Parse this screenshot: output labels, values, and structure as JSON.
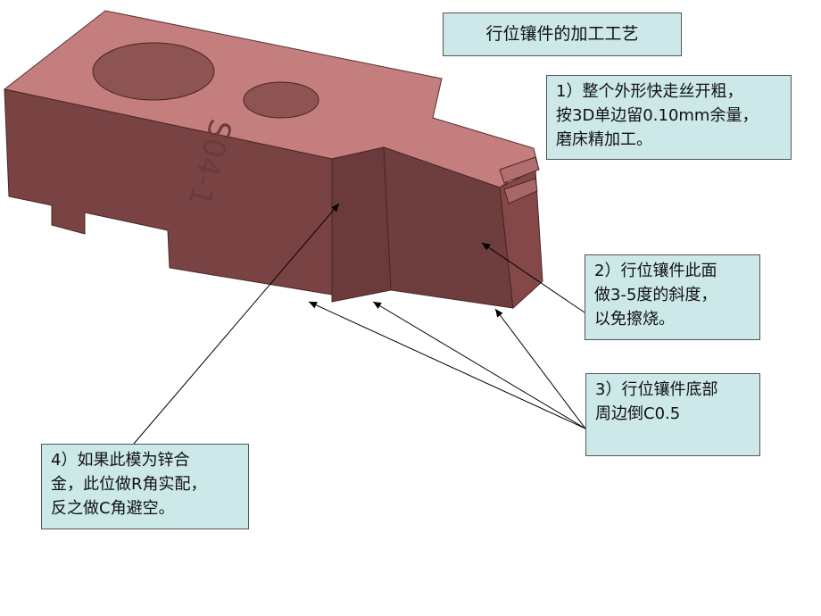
{
  "title": "行位镶件的加工工艺",
  "part_engraving": "S04-1",
  "notes": [
    {
      "lines": [
        "1）整个外形快走丝开粗，",
        "按3D单边留0.10mm余量，",
        "磨床精加工。"
      ]
    },
    {
      "lines": [
        "2）行位镶件此面",
        "做3-5度的斜度，",
        "以免擦烧。"
      ]
    },
    {
      "lines": [
        "3）行位镶件底部",
        "周边倒C0.5"
      ]
    },
    {
      "lines": [
        "4）如果此模为锌合",
        "金，此位做R角实配，",
        "反之做C角避空。"
      ]
    }
  ],
  "colors": {
    "top_face": "#c47e7e",
    "side_face": "#7a4343",
    "front_face": "#6e3d3d",
    "note_bg": "#cce8e8"
  }
}
